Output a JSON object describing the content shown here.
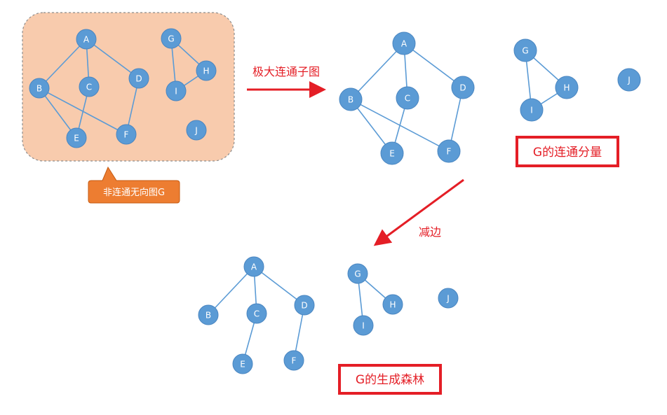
{
  "callout": {
    "label": "非连通无向图G",
    "color": "#ED7D31"
  },
  "arrow_label_1": "极大连通子图",
  "arrow_label_2": "减边",
  "components_label": "G的连通分量",
  "forest_label": "G的生成森林",
  "colors": {
    "node": "#5B9BD5",
    "edge": "#5B9BD5",
    "panel": "#F8CBAD",
    "arrow": "#E41E26",
    "box": "#E41E26"
  },
  "graphs": {
    "original": {
      "nodes": [
        "A",
        "B",
        "C",
        "D",
        "E",
        "F",
        "G",
        "H",
        "I",
        "J"
      ],
      "edges": [
        [
          "A",
          "B"
        ],
        [
          "A",
          "C"
        ],
        [
          "A",
          "D"
        ],
        [
          "B",
          "E"
        ],
        [
          "B",
          "F"
        ],
        [
          "C",
          "E"
        ],
        [
          "D",
          "F"
        ],
        [
          "G",
          "H"
        ],
        [
          "G",
          "I"
        ],
        [
          "H",
          "I"
        ]
      ]
    },
    "components": {
      "nodes": [
        "A",
        "B",
        "C",
        "D",
        "E",
        "F",
        "G",
        "H",
        "I",
        "J"
      ],
      "edges": [
        [
          "A",
          "B"
        ],
        [
          "A",
          "C"
        ],
        [
          "A",
          "D"
        ],
        [
          "B",
          "E"
        ],
        [
          "B",
          "F"
        ],
        [
          "C",
          "E"
        ],
        [
          "D",
          "F"
        ],
        [
          "G",
          "H"
        ],
        [
          "G",
          "I"
        ],
        [
          "H",
          "I"
        ]
      ]
    },
    "forest": {
      "nodes": [
        "A",
        "B",
        "C",
        "D",
        "E",
        "F",
        "G",
        "H",
        "I",
        "J"
      ],
      "edges": [
        [
          "A",
          "B"
        ],
        [
          "A",
          "C"
        ],
        [
          "A",
          "D"
        ],
        [
          "C",
          "E"
        ],
        [
          "D",
          "F"
        ],
        [
          "G",
          "H"
        ],
        [
          "G",
          "I"
        ]
      ]
    }
  }
}
